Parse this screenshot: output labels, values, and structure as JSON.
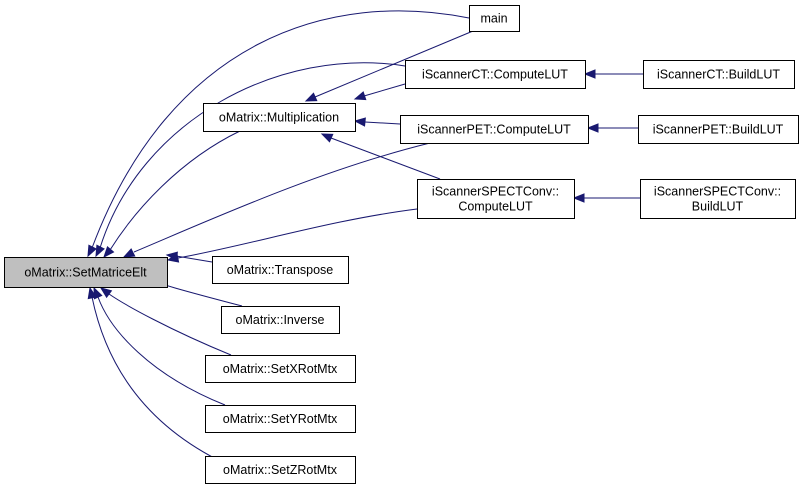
{
  "graph": {
    "nodes": [
      {
        "id": "setmatriceelt",
        "lines": [
          "oMatrix::SetMatriceElt"
        ],
        "root": true
      },
      {
        "id": "main",
        "lines": [
          "main"
        ]
      },
      {
        "id": "multiplication",
        "lines": [
          "oMatrix::Multiplication"
        ]
      },
      {
        "id": "ct-computelut",
        "lines": [
          "iScannerCT::ComputeLUT"
        ]
      },
      {
        "id": "ct-buildlut",
        "lines": [
          "iScannerCT::BuildLUT"
        ]
      },
      {
        "id": "pet-computelut",
        "lines": [
          "iScannerPET::ComputeLUT"
        ]
      },
      {
        "id": "pet-buildlut",
        "lines": [
          "iScannerPET::BuildLUT"
        ]
      },
      {
        "id": "spect-computelut",
        "lines": [
          "iScannerSPECTConv::",
          "ComputeLUT"
        ]
      },
      {
        "id": "spect-buildlut",
        "lines": [
          "iScannerSPECTConv::",
          "BuildLUT"
        ]
      },
      {
        "id": "transpose",
        "lines": [
          "oMatrix::Transpose"
        ]
      },
      {
        "id": "inverse",
        "lines": [
          "oMatrix::Inverse"
        ]
      },
      {
        "id": "setxrotmtx",
        "lines": [
          "oMatrix::SetXRotMtx"
        ]
      },
      {
        "id": "setyrotmtx",
        "lines": [
          "oMatrix::SetYRotMtx"
        ]
      },
      {
        "id": "setzrotmtx",
        "lines": [
          "oMatrix::SetZRotMtx"
        ]
      }
    ],
    "edges": [
      {
        "from": "main",
        "to": "setmatriceelt"
      },
      {
        "from": "ct-computelut",
        "to": "setmatriceelt"
      },
      {
        "from": "multiplication",
        "to": "setmatriceelt"
      },
      {
        "from": "pet-computelut",
        "to": "setmatriceelt"
      },
      {
        "from": "spect-computelut",
        "to": "setmatriceelt"
      },
      {
        "from": "transpose",
        "to": "setmatriceelt"
      },
      {
        "from": "inverse",
        "to": "setmatriceelt"
      },
      {
        "from": "setxrotmtx",
        "to": "setmatriceelt"
      },
      {
        "from": "setyrotmtx",
        "to": "setmatriceelt"
      },
      {
        "from": "setzrotmtx",
        "to": "setmatriceelt"
      },
      {
        "from": "main",
        "to": "multiplication"
      },
      {
        "from": "ct-computelut",
        "to": "multiplication"
      },
      {
        "from": "pet-computelut",
        "to": "multiplication"
      },
      {
        "from": "spect-computelut",
        "to": "multiplication"
      },
      {
        "from": "ct-buildlut",
        "to": "ct-computelut"
      },
      {
        "from": "pet-buildlut",
        "to": "pet-computelut"
      },
      {
        "from": "spect-buildlut",
        "to": "spect-computelut"
      }
    ],
    "colors": {
      "edge": "#191970",
      "root_fill": "#bfbfbf",
      "node_fill": "#ffffff",
      "border": "#000000"
    }
  }
}
